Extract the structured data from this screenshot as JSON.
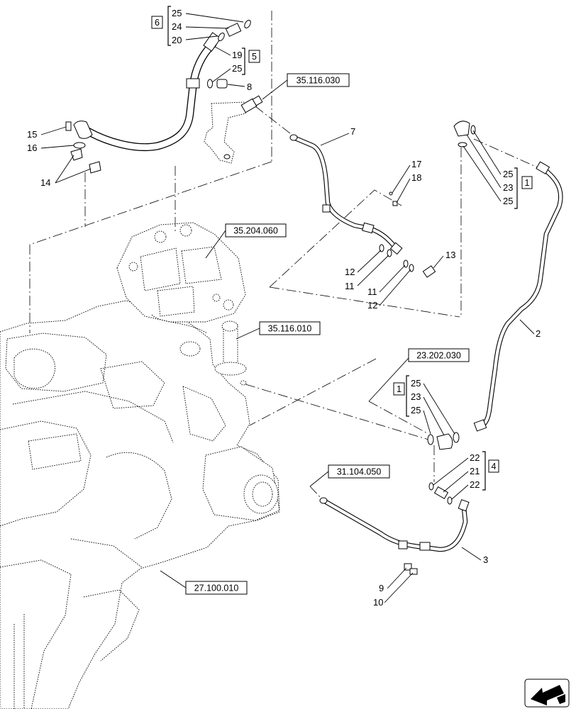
{
  "references": [
    "35.116.030",
    "35.204.060",
    "35.116.010",
    "23.202.030",
    "31.104.050",
    "27.100.010"
  ],
  "kits": [
    {
      "box": "6",
      "items": [
        "25",
        "24",
        "20"
      ]
    },
    {
      "box": "5",
      "items": [
        "19",
        "25"
      ]
    },
    {
      "box": "1",
      "items": [
        "25",
        "23",
        "25"
      ]
    },
    {
      "box": "1",
      "items": [
        "25",
        "23",
        "25"
      ]
    },
    {
      "box": "4",
      "items": [
        "22",
        "21",
        "22"
      ]
    }
  ],
  "callouts": [
    "8",
    "15",
    "16",
    "14",
    "7",
    "17",
    "18",
    "13",
    "12",
    "11",
    "11",
    "12",
    "2",
    "3",
    "9",
    "10"
  ],
  "icons": {
    "orientation": "orientation-arrow-icon"
  }
}
